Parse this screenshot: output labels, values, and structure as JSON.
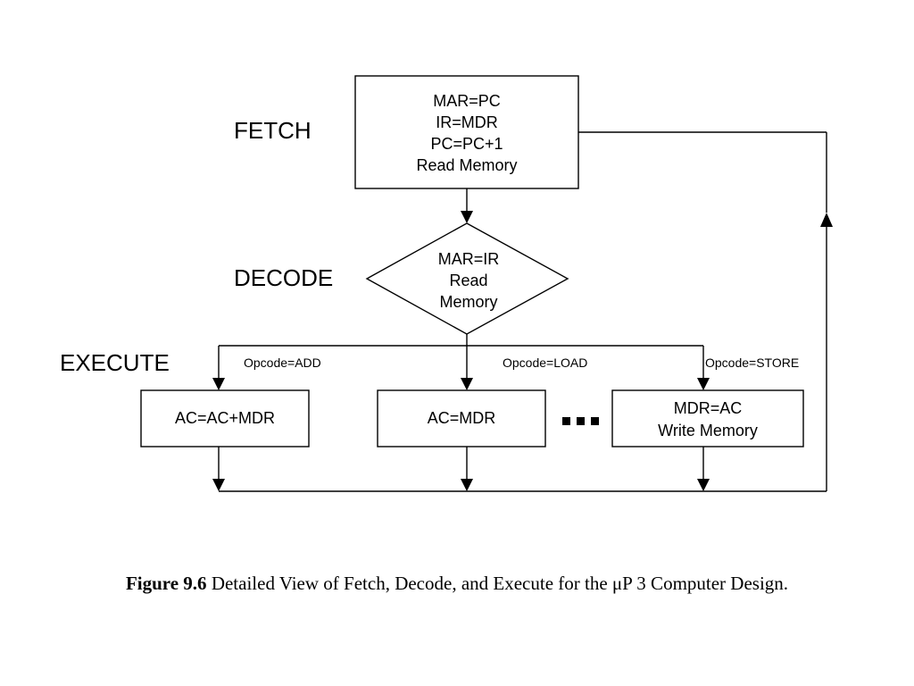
{
  "stages": {
    "fetch": "FETCH",
    "decode": "DECODE",
    "execute": "EXECUTE"
  },
  "fetch_box": {
    "lines": [
      "MAR=PC",
      "IR=MDR",
      "PC=PC+1",
      "Read Memory"
    ]
  },
  "decode_diamond": {
    "lines": [
      "MAR=IR",
      "Read",
      "Memory"
    ]
  },
  "branches": [
    {
      "condition": "Opcode=ADD",
      "lines": [
        "AC=AC+MDR"
      ]
    },
    {
      "condition": "Opcode=LOAD",
      "lines": [
        "AC=MDR"
      ]
    },
    {
      "condition": "Opcode=STORE",
      "lines": [
        "MDR=AC",
        "Write Memory"
      ]
    }
  ],
  "caption": {
    "label": "Figure 9.6",
    "text": " Detailed View of Fetch, Decode, and Execute for the μP 3 Computer Design."
  }
}
